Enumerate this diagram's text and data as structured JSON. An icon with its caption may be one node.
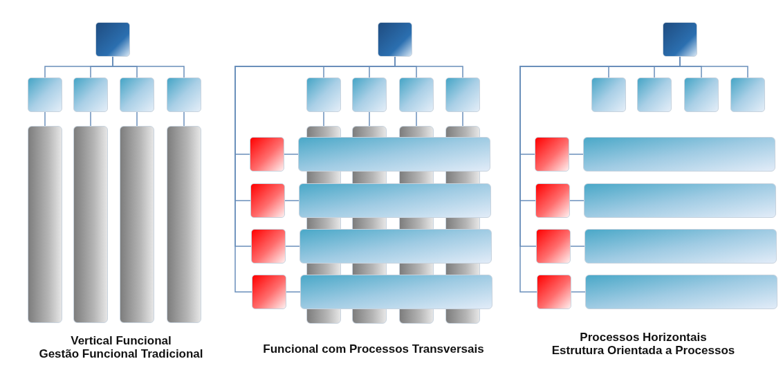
{
  "diagram": {
    "nodes": [
      {
        "text": [],
        "shape": "box"
      },
      {
        "text": [],
        "shape": "box"
      },
      {
        "text": [],
        "shape": "box"
      },
      {
        "text": [],
        "shape": "box"
      },
      {
        "text": [],
        "shape": "box"
      },
      {
        "text": [],
        "shape": "bar"
      },
      {
        "text": [],
        "shape": "bar"
      },
      {
        "text": [],
        "shape": "bar"
      },
      {
        "text": [],
        "shape": "bar"
      },
      {
        "text": [],
        "shape": "box"
      },
      {
        "text": [],
        "shape": "box"
      },
      {
        "text": [],
        "shape": "box"
      },
      {
        "text": [],
        "shape": "box"
      },
      {
        "text": [],
        "shape": "box"
      },
      {
        "text": [],
        "shape": "bar"
      },
      {
        "text": [],
        "shape": "bar"
      },
      {
        "text": [],
        "shape": "bar"
      },
      {
        "text": [],
        "shape": "bar"
      },
      {
        "text": [],
        "shape": "box"
      },
      {
        "text": [],
        "shape": "box"
      },
      {
        "text": [],
        "shape": "box"
      },
      {
        "text": [],
        "shape": "box"
      },
      {
        "text": [],
        "shape": "bar"
      },
      {
        "text": [],
        "shape": "bar"
      },
      {
        "text": [],
        "shape": "bar"
      },
      {
        "text": [],
        "shape": "bar"
      },
      {
        "text": [],
        "shape": "box"
      },
      {
        "text": [],
        "shape": "box"
      },
      {
        "text": [],
        "shape": "box"
      },
      {
        "text": [],
        "shape": "box"
      },
      {
        "text": [],
        "shape": "box"
      },
      {
        "text": [],
        "shape": "box"
      },
      {
        "text": [],
        "shape": "box"
      },
      {
        "text": [],
        "shape": "box"
      },
      {
        "text": [],
        "shape": "box"
      },
      {
        "text": [],
        "shape": "bar"
      },
      {
        "text": [],
        "shape": "bar"
      },
      {
        "text": [],
        "shape": "bar"
      },
      {
        "text": [],
        "shape": "bar"
      }
    ],
    "edges": [
      {
        "from": 0,
        "to": 1,
        "arrow": "none"
      },
      {
        "from": 0,
        "to": 2,
        "arrow": "none"
      },
      {
        "from": 0,
        "to": 3,
        "arrow": "none"
      },
      {
        "from": 0,
        "to": 4,
        "arrow": "none"
      },
      {
        "from": 1,
        "to": 5,
        "arrow": "none"
      },
      {
        "from": 2,
        "to": 6,
        "arrow": "none"
      },
      {
        "from": 3,
        "to": 7,
        "arrow": "none"
      },
      {
        "from": 4,
        "to": 8,
        "arrow": "none"
      },
      {
        "from": 9,
        "to": 10,
        "arrow": "none"
      },
      {
        "from": 9,
        "to": 11,
        "arrow": "none"
      },
      {
        "from": 9,
        "to": 12,
        "arrow": "none"
      },
      {
        "from": 9,
        "to": 13,
        "arrow": "none"
      },
      {
        "from": 10,
        "to": 14,
        "arrow": "none"
      },
      {
        "from": 11,
        "to": 15,
        "arrow": "none"
      },
      {
        "from": 12,
        "to": 16,
        "arrow": "none"
      },
      {
        "from": 13,
        "to": 17,
        "arrow": "none"
      },
      {
        "from": 9,
        "to": 18,
        "arrow": "none"
      },
      {
        "from": 9,
        "to": 19,
        "arrow": "none"
      },
      {
        "from": 9,
        "to": 20,
        "arrow": "none"
      },
      {
        "from": 9,
        "to": 21,
        "arrow": "none"
      },
      {
        "from": 18,
        "to": 22,
        "arrow": "none"
      },
      {
        "from": 19,
        "to": 23,
        "arrow": "none"
      },
      {
        "from": 20,
        "to": 24,
        "arrow": "none"
      },
      {
        "from": 21,
        "to": 25,
        "arrow": "none"
      },
      {
        "from": 26,
        "to": 27,
        "arrow": "none"
      },
      {
        "from": 26,
        "to": 28,
        "arrow": "none"
      },
      {
        "from": 26,
        "to": 29,
        "arrow": "none"
      },
      {
        "from": 26,
        "to": 30,
        "arrow": "none"
      },
      {
        "from": 26,
        "to": 31,
        "arrow": "none"
      },
      {
        "from": 26,
        "to": 32,
        "arrow": "none"
      },
      {
        "from": 26,
        "to": 33,
        "arrow": "none"
      },
      {
        "from": 26,
        "to": 34,
        "arrow": "none"
      },
      {
        "from": 31,
        "to": 35,
        "arrow": "none"
      },
      {
        "from": 32,
        "to": 36,
        "arrow": "none"
      },
      {
        "from": 33,
        "to": 37,
        "arrow": "none"
      },
      {
        "from": 34,
        "to": 38,
        "arrow": "none"
      }
    ],
    "labels": [
      "Vertical Funcional",
      "Gestão Funcional Tradicional",
      "Funcional com Processos Transversais",
      "Processos Horizontais",
      "Estrutura Orientada a Processos"
    ]
  }
}
